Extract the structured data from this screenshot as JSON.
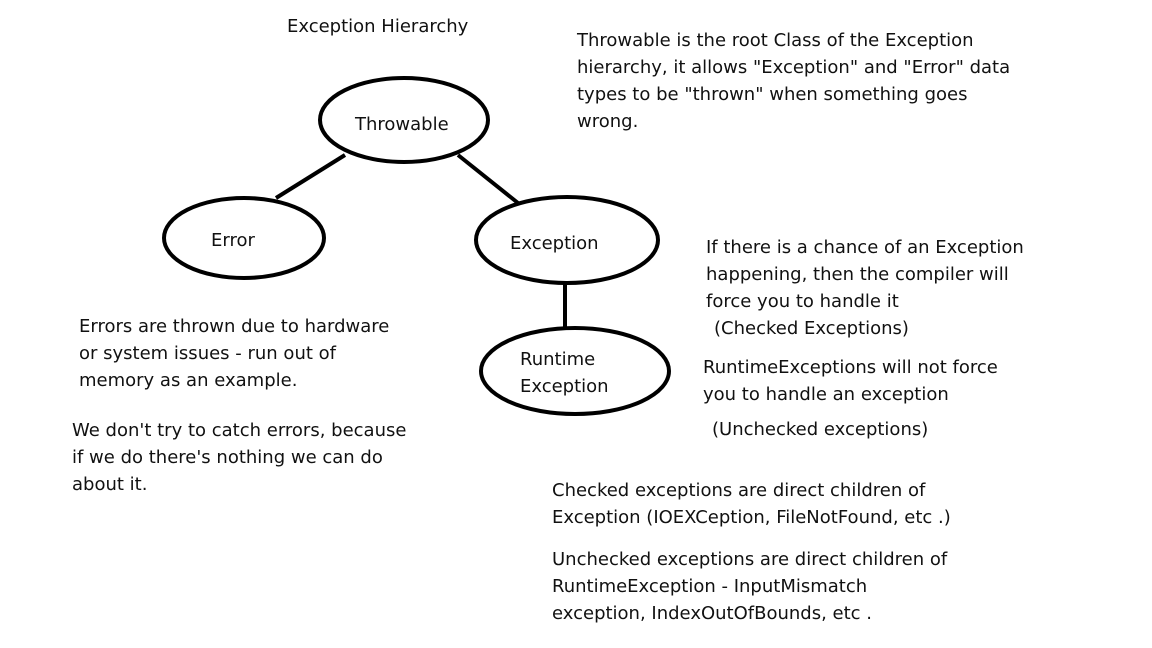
{
  "title": "Exception Hierarchy",
  "nodes": {
    "throwable": "Throwable",
    "error": "Error",
    "exception": "Exception",
    "runtime_exception": "Runtime Exception"
  },
  "notes": {
    "throwable": [
      "Throwable is the root Class of the Exception",
      "hierarchy, it allows \"Exception\" and \"Error\" data",
      "types to be \"thrown\" when something goes",
      "wrong."
    ],
    "checked": [
      "If there is a chance of an Exception",
      "happening, then the compiler will",
      "force you to handle it",
      "(Checked Exceptions)"
    ],
    "runtime": [
      "RuntimeExceptions will not force",
      "you to handle an exception"
    ],
    "unchecked_tag": "(Unchecked exceptions)",
    "errors": [
      "Errors are thrown due to hardware",
      "or system issues - run out of",
      "memory as an example."
    ],
    "dont_catch": [
      "We don't try to catch errors, because",
      "if we do there's nothing we can do",
      "about it."
    ],
    "checked_children": [
      "Checked exceptions are direct children of",
      "Exception (IOEXCeption, FileNotFound, etc .)"
    ],
    "unchecked_children": [
      "Unchecked exceptions are direct children of",
      "RuntimeException - InputMismatch",
      "exception, IndexOutOfBounds, etc ."
    ]
  },
  "colors": {
    "stroke": "#000000",
    "text": "#111111",
    "background": "#ffffff"
  }
}
